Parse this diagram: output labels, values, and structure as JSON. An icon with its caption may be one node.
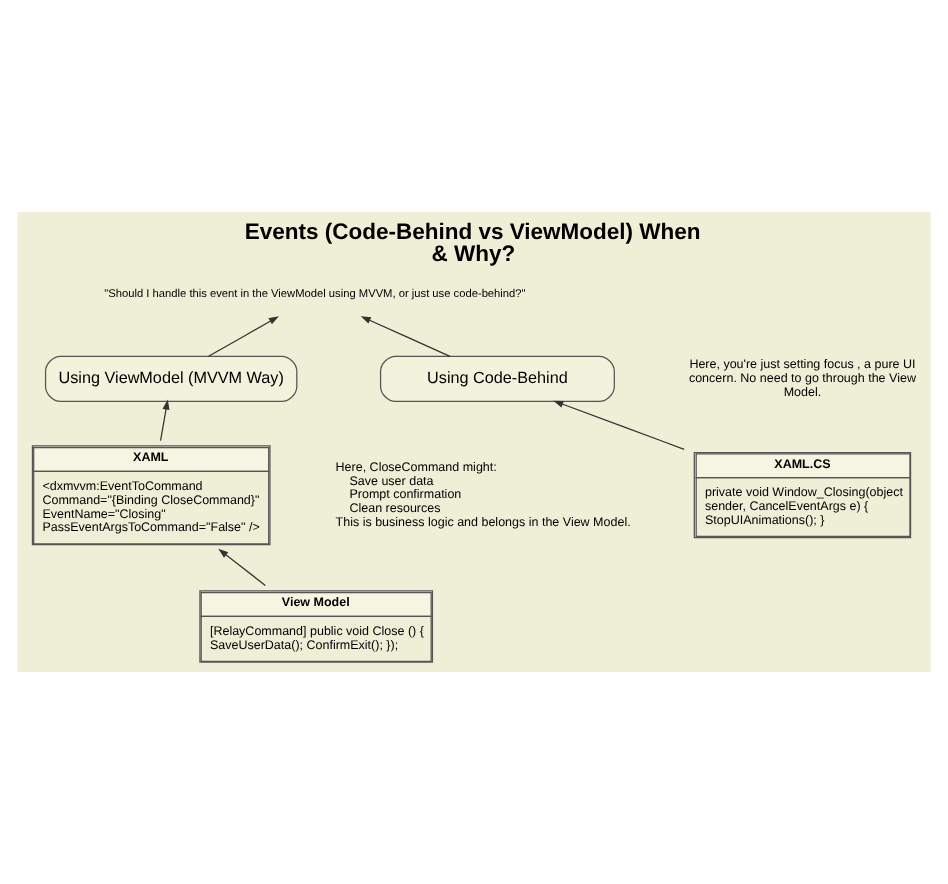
{
  "diagram": {
    "title": "Events (Code-Behind vs ViewModel) When & Why?",
    "nodes": [
      {
        "text": [
          "\"Should I handle this event in the ViewModel using MVVM, or just use code-behind?\""
        ]
      },
      {
        "text": [
          "Using ViewModel (MVVM Way)"
        ]
      },
      {
        "text": [
          "Using Code-Behind"
        ]
      },
      {
        "text": [
          "XAML",
          "<dxmvvm:EventToCommand Command=\"{Binding CloseCommand}\" EventName=\"Closing\" PassEventArgsToCommand=\"False\" />"
        ]
      },
      {
        "text": [
          "View Model",
          "[RelayCommand] public void Close () { SaveUserData(); ConfirmExit(); });"
        ]
      },
      {
        "text": [
          "XAML.CS",
          "private void Window_Closing(object sender, CancelEventArgs e) { StopUIAnimations(); }"
        ]
      }
    ],
    "edges": [
      {
        "from": 1,
        "to": 0,
        "arrow": "to"
      },
      {
        "from": 2,
        "to": 0,
        "arrow": "to"
      },
      {
        "from": 3,
        "to": 1,
        "arrow": "to"
      },
      {
        "from": 4,
        "to": 3,
        "arrow": "to"
      },
      {
        "from": 5,
        "to": 2,
        "arrow": "to"
      }
    ],
    "labels": [
      "Here, you're just setting focus , a pure UI concern. No need to go through the View Model.",
      "Here, CloseCommand might:",
      "Save user data",
      "Prompt confirmation",
      "Clean resources",
      "This is business logic and belongs in the View Model."
    ]
  }
}
